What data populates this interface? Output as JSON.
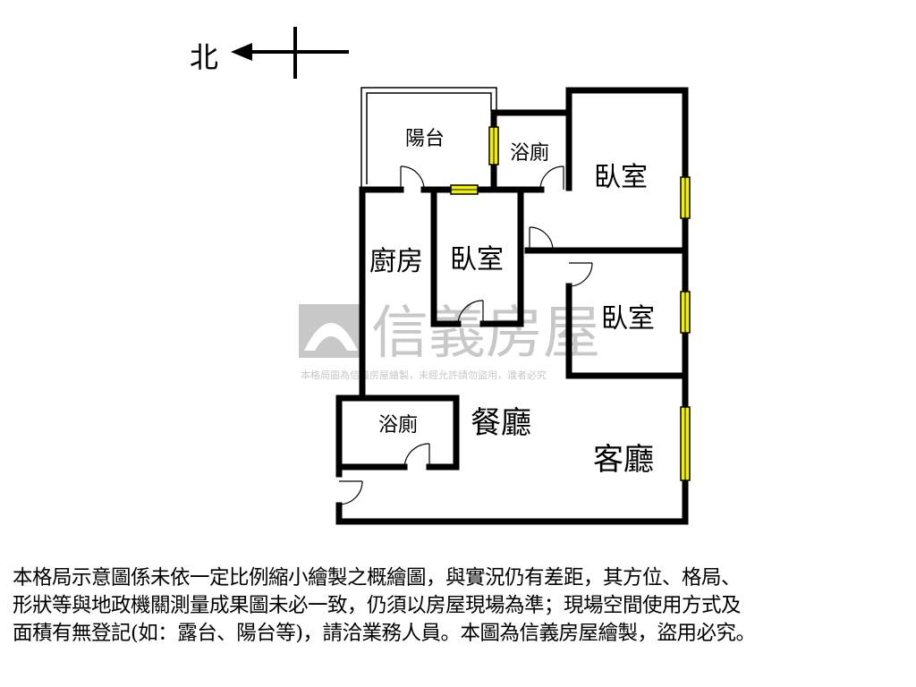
{
  "compass": {
    "label": "北",
    "icon": "north-arrow-icon"
  },
  "rooms": {
    "balcony": "陽台",
    "bathroom_top": "浴廁",
    "bedroom_top_right": "臥室",
    "kitchen": "廚房",
    "bedroom_middle": "臥室",
    "bedroom_right": "臥室",
    "bathroom_bottom": "浴廁",
    "dining": "餐廳",
    "living": "客廳"
  },
  "watermark": {
    "brand": "信義房屋",
    "subline": "本格局圖為信義房屋繪製，未經允許請勿盜用，違者必究",
    "logo": "sinyi-logo-icon"
  },
  "disclaimer": {
    "line1": "本格局示意圖係未依一定比例縮小繪製之概繪圖，與實況仍有差距，其方位、格局、",
    "line2": "形狀等與地政機關測量成果圖未必一致，仍須以房屋現場為準；現場空間使用方式及",
    "line3": "面積有無登記(如：露台、陽台等)，請洽業務人員。本圖為信義房屋繪製，盜用必究。"
  },
  "colors": {
    "wall": "#000000",
    "window_fill": "#f2f200",
    "watermark": "#c8c8c8"
  }
}
